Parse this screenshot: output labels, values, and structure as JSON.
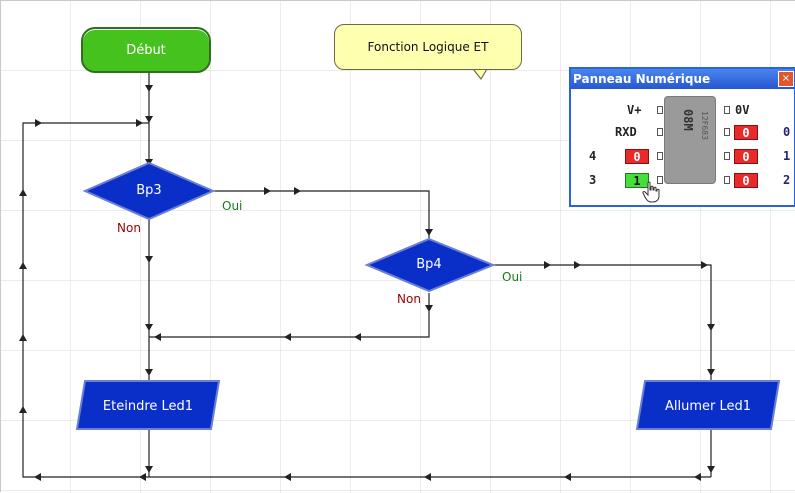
{
  "flowchart": {
    "start_label": "Début",
    "comment": "Fonction Logique ET",
    "decision1": {
      "label": "Bp3",
      "yes": "Oui",
      "no": "Non"
    },
    "decision2": {
      "label": "Bp4",
      "yes": "Oui",
      "no": "Non"
    },
    "action_left": "Eteindre Led1",
    "action_right": "Allumer Led1"
  },
  "panel": {
    "title": "Panneau Numérique",
    "close": "×",
    "pins_left": [
      "V+",
      "RXD",
      "4",
      "3"
    ],
    "pins_right_top": "0V",
    "pin_numbers_right": [
      "0",
      "1",
      "2"
    ],
    "inputs": [
      {
        "pin": "4",
        "value": "0",
        "state": "off"
      },
      {
        "pin": "3",
        "value": "1",
        "state": "on"
      }
    ],
    "outputs": [
      {
        "pin": "0",
        "value": "0"
      },
      {
        "pin": "1",
        "value": "0"
      },
      {
        "pin": "2",
        "value": "0"
      }
    ],
    "chip": {
      "name": "08M",
      "ref": "12F683"
    }
  },
  "colors": {
    "grid": "#d8d8d8",
    "start_fill": "#46c21f",
    "decision_fill": "#0a2fc9",
    "action_fill": "#0a2fc9",
    "comment_fill": "#ffffb0",
    "panel_border": "#2a64d8"
  }
}
